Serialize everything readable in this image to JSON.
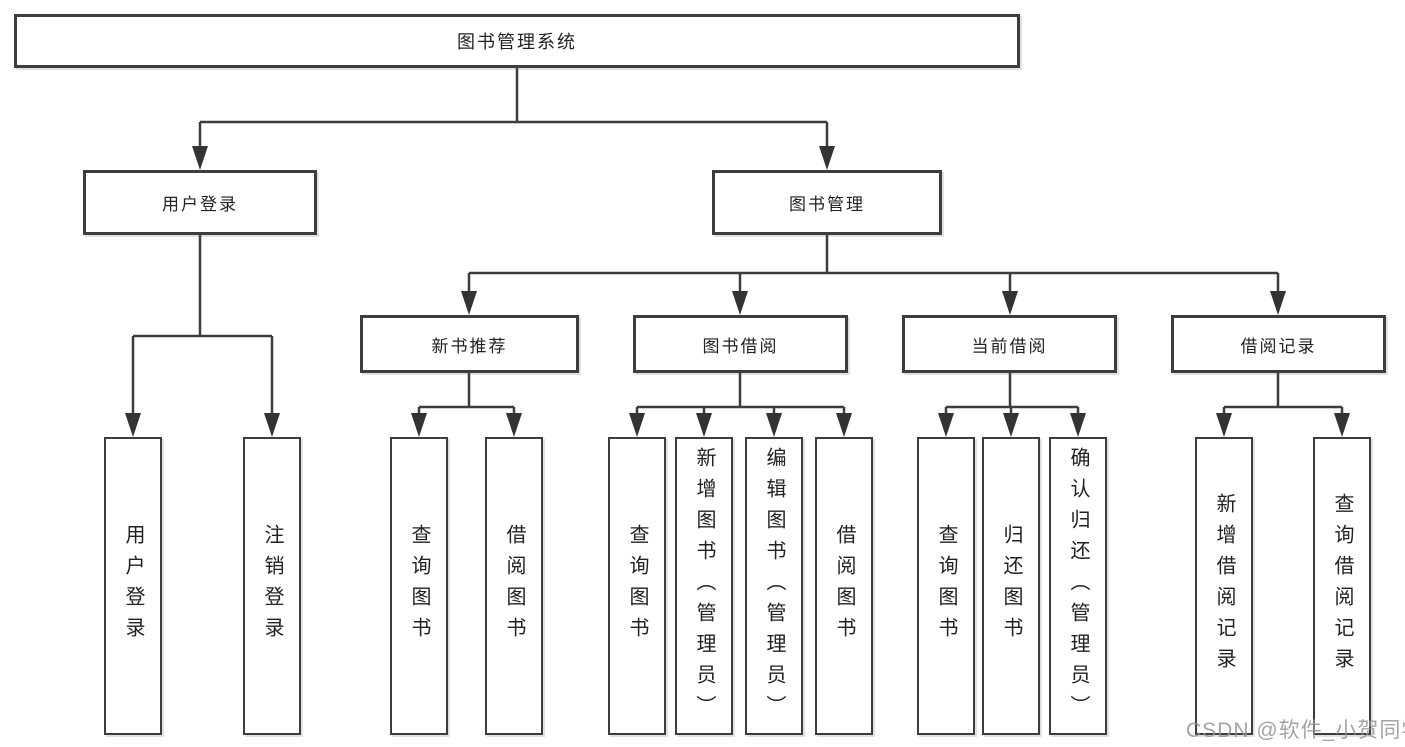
{
  "diagram": {
    "title": "图书管理系统",
    "root": {
      "label": "图书管理系统"
    },
    "level2": [
      {
        "label": "用户登录"
      },
      {
        "label": "图书管理"
      }
    ],
    "level3": [
      {
        "label": "新书推荐",
        "parent": "图书管理"
      },
      {
        "label": "图书借阅",
        "parent": "图书管理"
      },
      {
        "label": "当前借阅",
        "parent": "图书管理"
      },
      {
        "label": "借阅记录",
        "parent": "图书管理"
      }
    ],
    "leaves": [
      {
        "label": "用户登录",
        "parent": "用户登录"
      },
      {
        "label": "注销登录",
        "parent": "用户登录"
      },
      {
        "label": "查询图书",
        "parent": "新书推荐"
      },
      {
        "label": "借阅图书",
        "parent": "新书推荐"
      },
      {
        "label": "查询图书",
        "parent": "图书借阅"
      },
      {
        "label": "新增图书（管理员）",
        "parent": "图书借阅"
      },
      {
        "label": "编辑图书（管理员）",
        "parent": "图书借阅"
      },
      {
        "label": "借阅图书",
        "parent": "图书借阅"
      },
      {
        "label": "查询图书",
        "parent": "当前借阅"
      },
      {
        "label": "归还图书",
        "parent": "当前借阅"
      },
      {
        "label": "确认归还（管理员）",
        "parent": "当前借阅"
      },
      {
        "label": "新增借阅记录",
        "parent": "借阅记录"
      },
      {
        "label": "查询借阅记录",
        "parent": "借阅记录"
      }
    ],
    "watermark": "CSDN @软件_小贺同学",
    "colors": {
      "line": "#3d3d3d",
      "text": "#222222",
      "background": "#ffffff",
      "watermark": "#949494"
    }
  }
}
